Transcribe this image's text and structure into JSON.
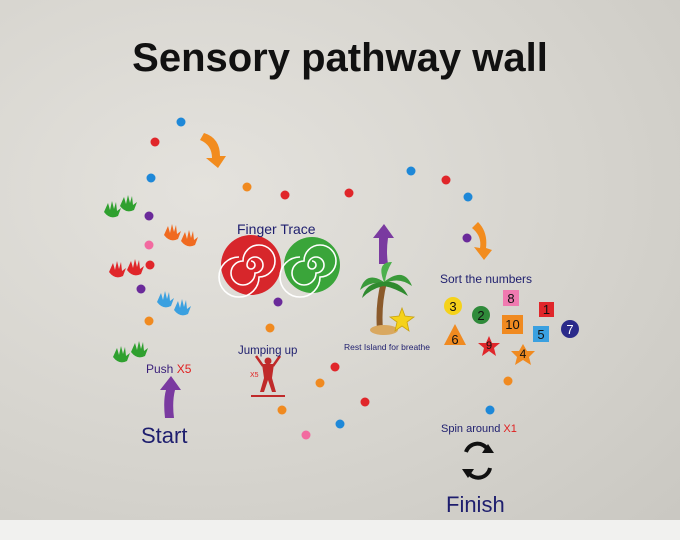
{
  "title": "Sensory pathway wall",
  "finger_trace": "Finger Trace",
  "jumping": {
    "label": "Jumping up",
    "count": "X5"
  },
  "rest": "Rest Island for breathe",
  "sort": {
    "label": "Sort the numbers",
    "numbers": [
      "3",
      "2",
      "8",
      "1",
      "6",
      "9",
      "10",
      "5",
      "7",
      "4"
    ]
  },
  "push": {
    "label": "Push ",
    "count": "X5"
  },
  "spin": {
    "label": "Spin around ",
    "count": "X1"
  },
  "start": "Start",
  "finish": "Finish",
  "colors": {
    "dot_blue": "#1e88d8",
    "dot_orange": "#f08a20",
    "dot_red": "#e0262a",
    "dot_purple": "#6a2a9a",
    "arrow_orange": "#f28c1e",
    "arrow_purple": "#7a3aa0",
    "swirl_red": "#d7262b",
    "swirl_green": "#3aa53a"
  }
}
